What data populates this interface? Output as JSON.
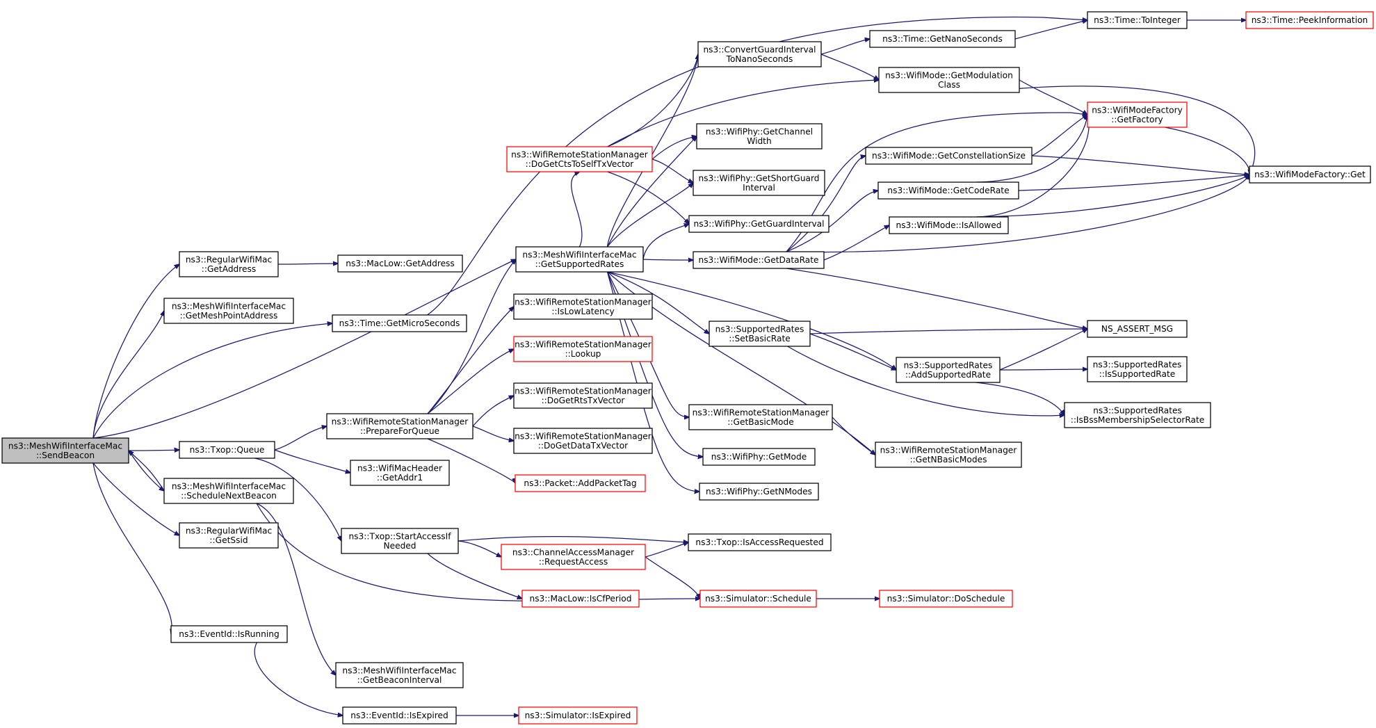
{
  "nodes": [
    {
      "id": "root",
      "lines": [
        "ns3::MeshWifiInterfaceMac",
        "::SendBeacon"
      ],
      "red": false,
      "root": true
    },
    {
      "id": "regGetAddress",
      "lines": [
        "ns3::RegularWifiMac",
        "::GetAddress"
      ],
      "red": false
    },
    {
      "id": "macLowGetAddress",
      "lines": [
        "ns3::MacLow::GetAddress"
      ],
      "red": false
    },
    {
      "id": "getMeshPointAddress",
      "lines": [
        "ns3::MeshWifiInterfaceMac",
        "::GetMeshPointAddress"
      ],
      "red": false
    },
    {
      "id": "getMicroSeconds",
      "lines": [
        "ns3::Time::GetMicroSeconds"
      ],
      "red": false
    },
    {
      "id": "txopQueue",
      "lines": [
        "ns3::Txop::Queue"
      ],
      "red": false
    },
    {
      "id": "scheduleNextBeacon",
      "lines": [
        "ns3::MeshWifiInterfaceMac",
        "::ScheduleNextBeacon"
      ],
      "red": false
    },
    {
      "id": "getSsid",
      "lines": [
        "ns3::RegularWifiMac",
        "::GetSsid"
      ],
      "red": false
    },
    {
      "id": "eventIsRunning",
      "lines": [
        "ns3::EventId::IsRunning"
      ],
      "red": false
    },
    {
      "id": "getBeaconInterval",
      "lines": [
        "ns3::MeshWifiInterfaceMac",
        "::GetBeaconInterval"
      ],
      "red": false
    },
    {
      "id": "eventIsExpired",
      "lines": [
        "ns3::EventId::IsExpired"
      ],
      "red": false
    },
    {
      "id": "simIsExpired",
      "lines": [
        "ns3::Simulator::IsExpired"
      ],
      "red": true
    },
    {
      "id": "prepareForQueue",
      "lines": [
        "ns3::WifiRemoteStationManager",
        "::PrepareForQueue"
      ],
      "red": false
    },
    {
      "id": "getAddr1",
      "lines": [
        "ns3::WifiMacHeader",
        "::GetAddr1"
      ],
      "red": false
    },
    {
      "id": "startAccess",
      "lines": [
        "ns3::Txop::StartAccessIf",
        "Needed"
      ],
      "red": false
    },
    {
      "id": "getSupportedRates",
      "lines": [
        "ns3::MeshWifiInterfaceMac",
        "::GetSupportedRates"
      ],
      "red": false
    },
    {
      "id": "doGetCts",
      "lines": [
        "ns3::WifiRemoteStationManager",
        "::DoGetCtsToSelfTxVector"
      ],
      "red": true
    },
    {
      "id": "isLowLatency",
      "lines": [
        "ns3::WifiRemoteStationManager",
        "::IsLowLatency"
      ],
      "red": false
    },
    {
      "id": "lookup",
      "lines": [
        "ns3::WifiRemoteStationManager",
        "::Lookup"
      ],
      "red": true
    },
    {
      "id": "doGetRts",
      "lines": [
        "ns3::WifiRemoteStationManager",
        "::DoGetRtsTxVector"
      ],
      "red": false
    },
    {
      "id": "doGetData",
      "lines": [
        "ns3::WifiRemoteStationManager",
        "::DoGetDataTxVector"
      ],
      "red": false
    },
    {
      "id": "addPacketTag",
      "lines": [
        "ns3::Packet::AddPacketTag"
      ],
      "red": true
    },
    {
      "id": "requestAccess",
      "lines": [
        "ns3::ChannelAccessManager",
        "::RequestAccess"
      ],
      "red": true
    },
    {
      "id": "isCfPeriod",
      "lines": [
        "ns3::MacLow::IsCfPeriod"
      ],
      "red": true
    },
    {
      "id": "isAccessRequested",
      "lines": [
        "ns3::Txop::IsAccessRequested"
      ],
      "red": false
    },
    {
      "id": "simSchedule",
      "lines": [
        "ns3::Simulator::Schedule"
      ],
      "red": true
    },
    {
      "id": "simDoSchedule",
      "lines": [
        "ns3::Simulator::DoSchedule"
      ],
      "red": true
    },
    {
      "id": "convertGuard",
      "lines": [
        "ns3::ConvertGuardInterval",
        "ToNanoSeconds"
      ],
      "red": false
    },
    {
      "id": "getNanoSeconds",
      "lines": [
        "ns3::Time::GetNanoSeconds"
      ],
      "red": false
    },
    {
      "id": "toInteger",
      "lines": [
        "ns3::Time::ToInteger"
      ],
      "red": false
    },
    {
      "id": "peekInformation",
      "lines": [
        "ns3::Time::PeekInformation"
      ],
      "red": true
    },
    {
      "id": "getModulationClass",
      "lines": [
        "ns3::WifiMode::GetModulation",
        "Class"
      ],
      "red": false
    },
    {
      "id": "getChannelWidth",
      "lines": [
        "ns3::WifiPhy::GetChannel",
        "Width"
      ],
      "red": false
    },
    {
      "id": "getShortGuard",
      "lines": [
        "ns3::WifiPhy::GetShortGuard",
        "Interval"
      ],
      "red": false
    },
    {
      "id": "getGuardInterval",
      "lines": [
        "ns3::WifiPhy::GetGuardInterval"
      ],
      "red": false
    },
    {
      "id": "getDataRate",
      "lines": [
        "ns3::WifiMode::GetDataRate"
      ],
      "red": false
    },
    {
      "id": "setBasicRate",
      "lines": [
        "ns3::SupportedRates",
        "::SetBasicRate"
      ],
      "red": false
    },
    {
      "id": "getBasicMode",
      "lines": [
        "ns3::WifiRemoteStationManager",
        "::GetBasicMode"
      ],
      "red": false
    },
    {
      "id": "getMode",
      "lines": [
        "ns3::WifiPhy::GetMode"
      ],
      "red": false
    },
    {
      "id": "getNModes",
      "lines": [
        "ns3::WifiPhy::GetNModes"
      ],
      "red": false
    },
    {
      "id": "getConstellation",
      "lines": [
        "ns3::WifiMode::GetConstellationSize"
      ],
      "red": false
    },
    {
      "id": "getCodeRate",
      "lines": [
        "ns3::WifiMode::GetCodeRate"
      ],
      "red": false
    },
    {
      "id": "isAllowed",
      "lines": [
        "ns3::WifiMode::IsAllowed"
      ],
      "red": false
    },
    {
      "id": "addSupportedRate",
      "lines": [
        "ns3::SupportedRates",
        "::AddSupportedRate"
      ],
      "red": false
    },
    {
      "id": "getNBasicModes",
      "lines": [
        "ns3::WifiRemoteStationManager",
        "::GetNBasicModes"
      ],
      "red": false
    },
    {
      "id": "getFactory",
      "lines": [
        "ns3::WifiModeFactory",
        "::GetFactory"
      ],
      "red": true
    },
    {
      "id": "factoryGet",
      "lines": [
        "ns3::WifiModeFactory::Get"
      ],
      "red": false
    },
    {
      "id": "nsAssert",
      "lines": [
        "NS_ASSERT_MSG"
      ],
      "red": false
    },
    {
      "id": "isSupportedRate",
      "lines": [
        "ns3::SupportedRates",
        "::IsSupportedRate"
      ],
      "red": false
    },
    {
      "id": "isBssMembership",
      "lines": [
        "ns3::SupportedRates",
        "::IsBssMembershipSelectorRate"
      ],
      "red": false
    }
  ]
}
